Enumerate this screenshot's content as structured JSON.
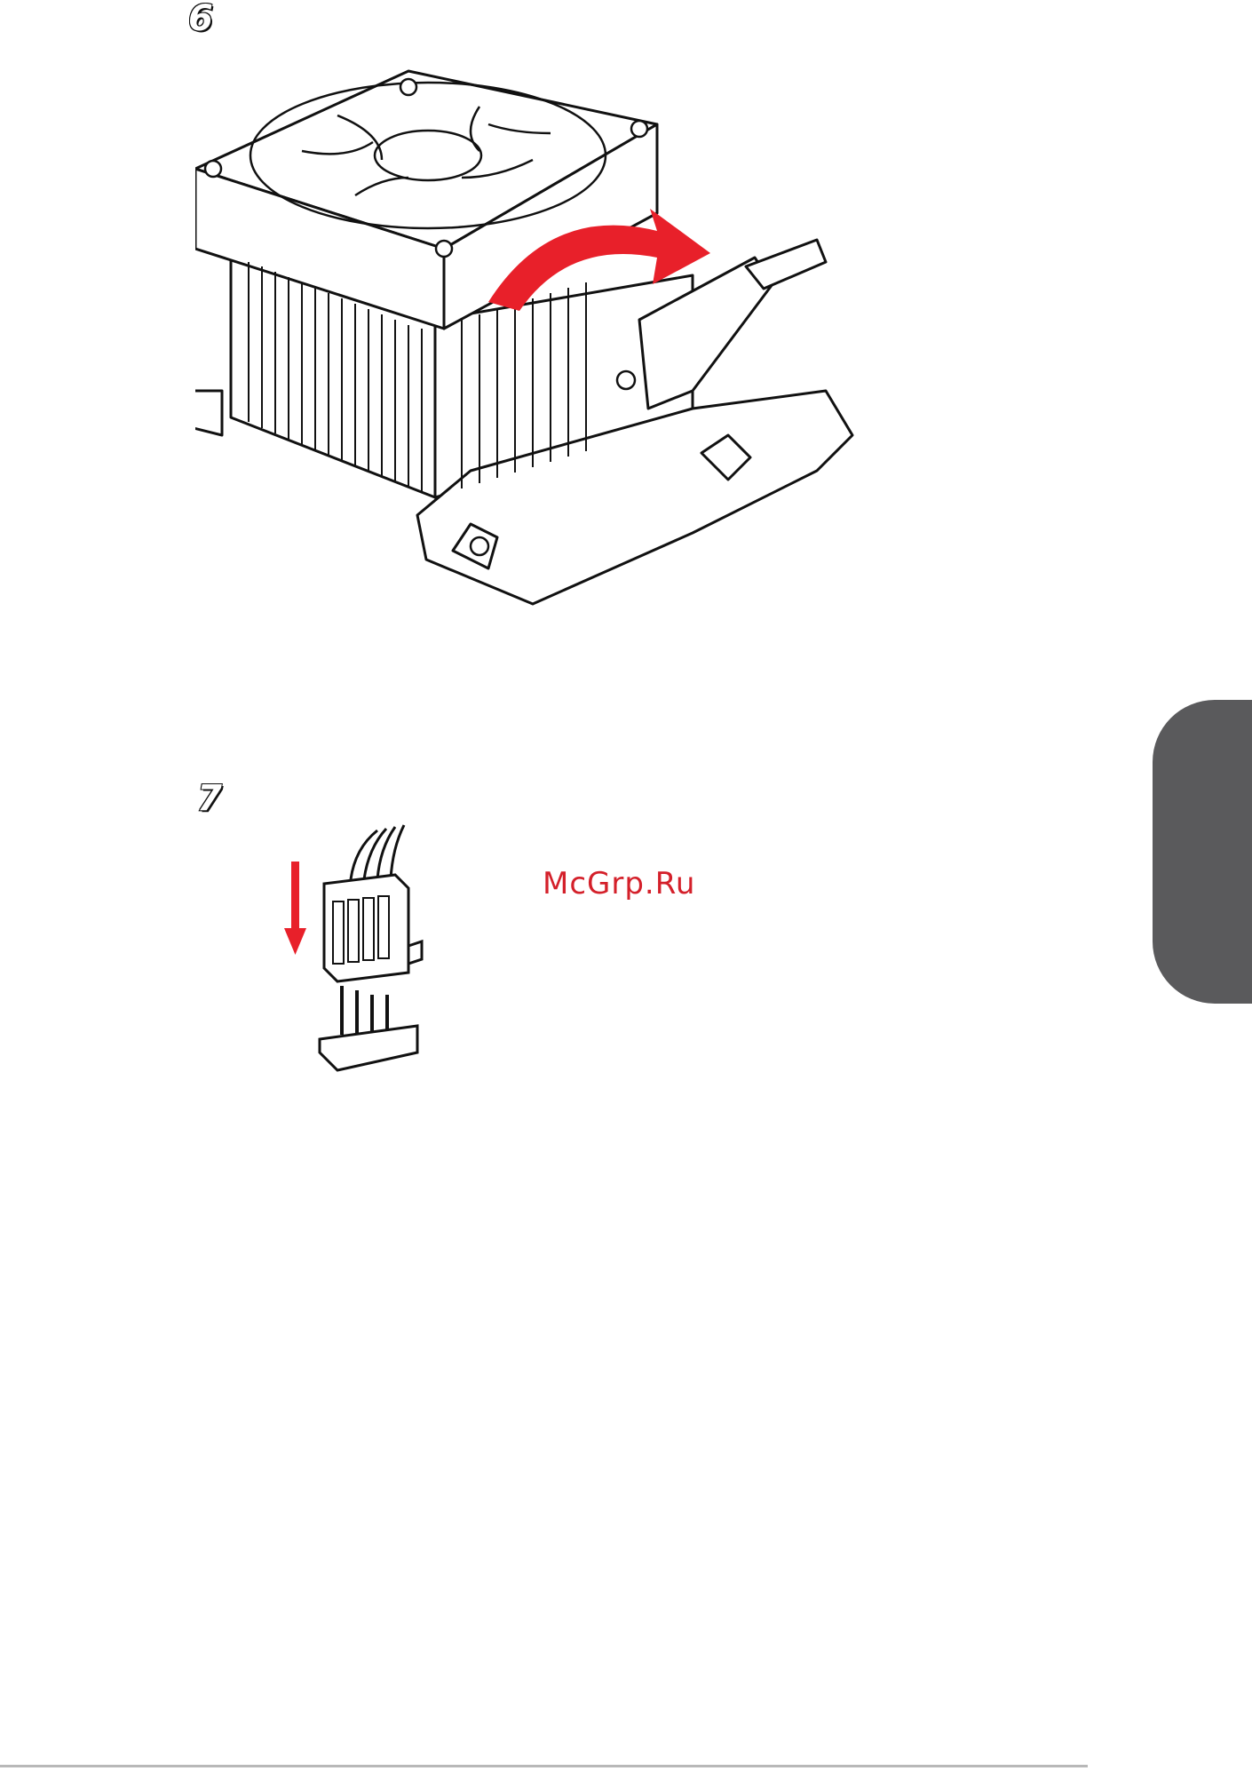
{
  "steps": [
    {
      "number": "6",
      "figure": "cpu-cooler-lever-lock"
    },
    {
      "number": "7",
      "figure": "fan-cable-connector"
    }
  ],
  "watermark": "McGrp.Ru",
  "colors": {
    "arrow": "#e8202a",
    "tab": "#5a5a5c",
    "line": "#111111"
  }
}
